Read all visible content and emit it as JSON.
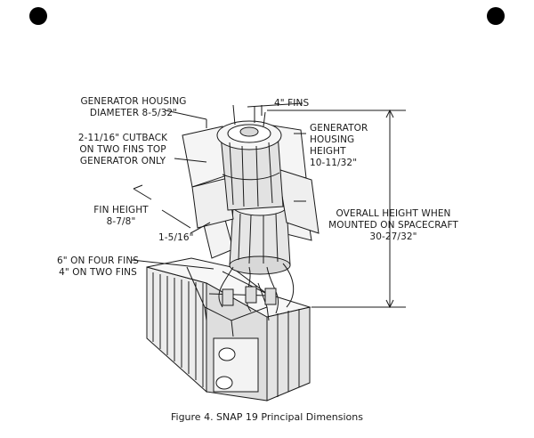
{
  "figure": {
    "caption": "Figure 4.  SNAP 19 Principal Dimensions",
    "labels": {
      "housing_diameter_1": "GENERATOR HOUSING",
      "housing_diameter_2": "DIAMETER 8-5/32\"",
      "cutback_1": "2-11/16\" CUTBACK",
      "cutback_2": "ON TWO FINS TOP",
      "cutback_3": "GENERATOR ONLY",
      "fins_4": "4\" FINS",
      "housing_height_1": "GENERATOR",
      "housing_height_2": "HOUSING",
      "housing_height_3": "HEIGHT",
      "housing_height_4": "10-11/32\"",
      "fin_height_1": "FIN HEIGHT",
      "fin_height_2": "8-7/8\"",
      "offset": "1-5/16\"",
      "overall_1": "OVERALL HEIGHT WHEN",
      "overall_2": "MOUNTED ON SPACECRAFT",
      "overall_3": "30-27/32\"",
      "fins_6_1": "6\" ON FOUR FINS",
      "fins_6_2": "4\" ON TWO FINS"
    }
  }
}
